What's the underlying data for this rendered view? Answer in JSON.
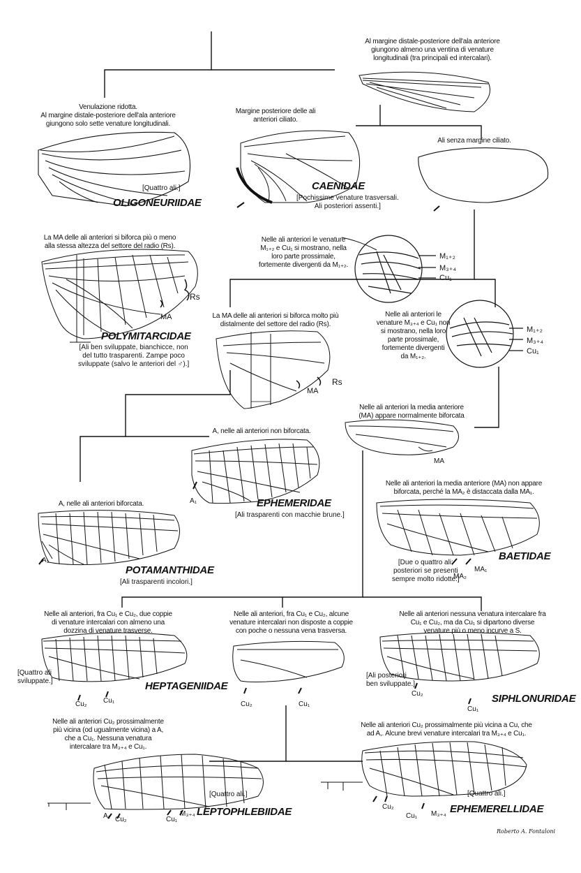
{
  "descriptions": {
    "d_top": "Al margine distale-posteriore dell'ala anteriore\ngiungono almeno una ventina di venature\nlongitudinali (tra principali ed intercalari).",
    "d_oligo": "Venulazione ridotta.\nAl margine distale-posteriore dell'ala anteriore\ngiungono solo sette venature longitudinali.",
    "d_caen": "Margine posteriore delle ali\nanteriori ciliato.",
    "d_nocil": "Ali senza margine ciliato.",
    "d_ma_rs": "La MA delle ali anteriori si biforca più o meno\nalla stessa altezza del settore del radio (Rs).",
    "d_m_div": "Nelle ali anteriori le venature\nM₁₊₂ e Cu₁ si mostrano, nella\nloro parte prossimale,\nfortemente divergenti da M₁₊₂.",
    "d_ma_dist": "La MA delle ali anteriori si biforca molto più\ndistalmente del settore del radio (Rs).",
    "d_m_nodiv": "Nelle ali anteriori le\nvenature M₃₊₄ e Cu₁ non\nsi mostrano, nella loro\nparte prossimale,\nfortemente divergenti\nda M₁₊₂.",
    "d_ma_bif": "Nelle ali anteriori la media anteriore\n(MA) appare normalmente biforcata",
    "d_a_nobif": "A, nelle ali anteriori non biforcata.",
    "d_a_bif": "A, nelle ali anteriori biforcata.",
    "d_ma_nobif": "Nelle ali anteriori la media anteriore (MA) non appare\nbiforcata, perché la MA₂ è distaccata dalla MA₁.",
    "d_hep": "Nelle ali anteriori, fra Cu₁ e Cu₂, due coppie\ndi venature intercalari con almeno una\ndozzina di venature trasverse.",
    "d_mid": "Nelle ali anteriori, fra Cu₁ e Cu₂, alcune\nvenature intercalari non disposte a coppie\ncon poche o nessuna vena trasversa.",
    "d_siph": "Nelle ali anteriori nessuna venatura intercalare fra\nCu₁ e Cu₂, ma da Cu₁ si dipartono diverse\nvenature più o meno incurve a S.",
    "d_lepto": "Nelle ali anteriori Cu₂ prossimalmente\npiù vicina (od ugualmente vicina) a A,\nche a Cu₁. Nessuna venatura\nintercalare tra M₃₊₄ e Cu₁.",
    "d_ephemerell": "Nelle ali anteriori Cu₂ prossimalmente più vicina a Cu, che\nad A,. Alcune brevi venature intercalari tra M₃₊₄ e Cu₁."
  },
  "families": {
    "oligo": "OLIGONEURIIDAE",
    "caen": "CAENIDAE",
    "poly": "POLYMITARCIDAE",
    "ephem": "EPHEMERIDAE",
    "pota": "POTAMANTHIDAE",
    "baet": "BAETIDAE",
    "hept": "HEPTAGENIIDAE",
    "siph": "SIPHLONURIDAE",
    "lepto": "LEPTOPHLEBIIDAE",
    "ephemerell": "EPHEMERELLIDAE"
  },
  "notes": {
    "oligo": "[Quattro ali.]",
    "caen": "[Pochissime venature trasversali.\nAli posteriori assenti.]",
    "poly": "[Ali ben sviluppate, bianchicce, non\ndel tutto trasparenti. Zampe poco\nsviluppate (salvo le anteriori del ♂).]",
    "ephem": "[Ali trasparenti con macchie brune.]",
    "pota": "[Ali trasparenti incolori.]",
    "baet": "[Due o quattro ali;\nposteriori se presenti\nsempre molto ridotte.]",
    "hept": "[Quattro ali\nsviluppate.]",
    "siph": "[Ali posteriori\nben sviluppate.]",
    "lepto": "[Quattro ali.]",
    "ephemerell": "[Quattro ali.]"
  },
  "labels": {
    "m12": "M₁₊₂",
    "m34": "M₃₊₄",
    "cu1": "Cu₁",
    "cu2": "Cu₂",
    "rs": "Rs",
    "ma": "MA",
    "ma1": "MA₁",
    "ma2": "MA₂",
    "a1": "A₁"
  },
  "signature": "Roberto A. Fontaloni"
}
